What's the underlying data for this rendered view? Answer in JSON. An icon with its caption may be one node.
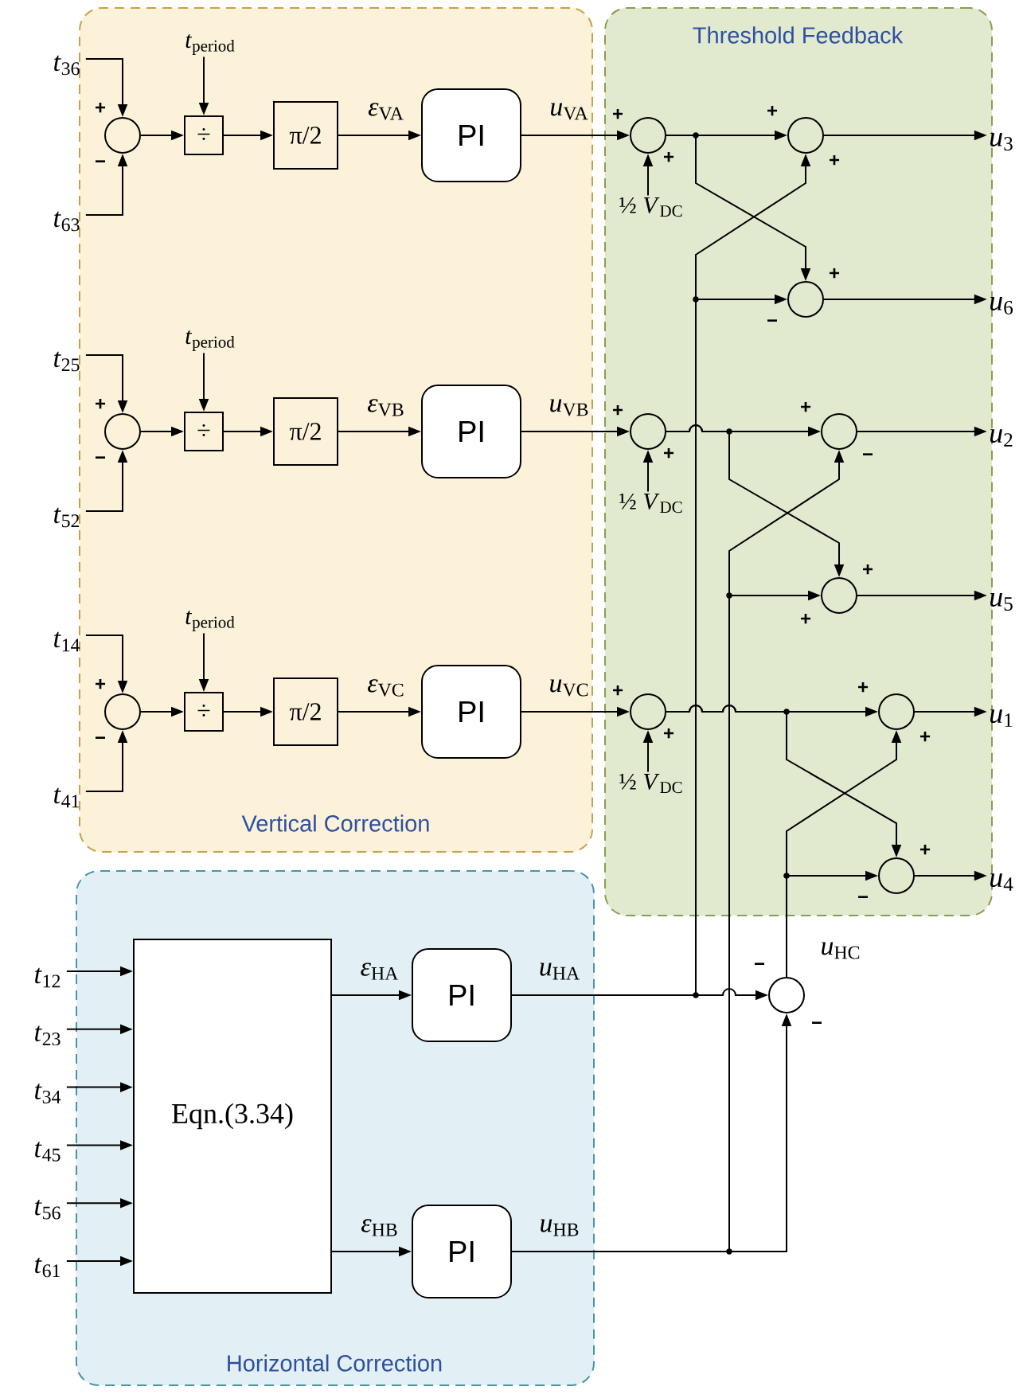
{
  "diagram": {
    "nodes": [
      {
        "text": [
          "Vertical Correction"
        ]
      },
      {
        "text": [
          "Threshold Feedback"
        ]
      },
      {
        "text": [
          "Horizontal Correction"
        ]
      },
      {
        "text": [
          "*t*$_{36}$"
        ]
      },
      {
        "text": [
          "*t*$_{63}$"
        ]
      },
      {
        "text": [],
        "shape": "circle",
        "in": 0,
        "beside": [
          "+",
          "−"
        ]
      },
      {
        "text": [
          "*t*$_{period}$"
        ],
        "in": 0
      },
      {
        "text": [
          "÷"
        ],
        "in": 0
      },
      {
        "text": [
          "π/2"
        ],
        "in": 0
      },
      {
        "text": [
          "PI"
        ],
        "in": 0
      },
      {
        "text": [
          "½ *V*$_{DC}$"
        ],
        "in": 1
      },
      {
        "text": [],
        "shape": "circle",
        "in": 1,
        "beside": [
          "+",
          "+"
        ]
      },
      {
        "text": [],
        "shape": "circle",
        "in": 1,
        "beside": [
          "+",
          "+"
        ]
      },
      {
        "text": [],
        "shape": "circle",
        "in": 1,
        "beside": [
          "+",
          "−"
        ]
      },
      {
        "text": [
          "*u*$_{3}$"
        ]
      },
      {
        "text": [
          "*u*$_{6}$"
        ]
      },
      {
        "text": [
          "*t*$_{25}$"
        ]
      },
      {
        "text": [
          "*t*$_{52}$"
        ]
      },
      {
        "text": [],
        "shape": "circle",
        "in": 0,
        "beside": [
          "+",
          "−"
        ]
      },
      {
        "text": [
          "*t*$_{period}$"
        ],
        "in": 0
      },
      {
        "text": [
          "÷"
        ],
        "in": 0
      },
      {
        "text": [
          "π/2"
        ],
        "in": 0
      },
      {
        "text": [
          "PI"
        ],
        "in": 0
      },
      {
        "text": [
          "½ *V*$_{DC}$"
        ],
        "in": 1
      },
      {
        "text": [],
        "shape": "circle",
        "in": 1,
        "beside": [
          "+",
          "+"
        ]
      },
      {
        "text": [],
        "shape": "circle",
        "in": 1,
        "beside": [
          "+",
          "−"
        ]
      },
      {
        "text": [],
        "shape": "circle",
        "in": 1,
        "beside": [
          "+",
          "+"
        ]
      },
      {
        "text": [
          "*u*$_{2}$"
        ]
      },
      {
        "text": [
          "*u*$_{5}$"
        ]
      },
      {
        "text": [
          "*t*$_{14}$"
        ]
      },
      {
        "text": [
          "*t*$_{41}$"
        ]
      },
      {
        "text": [],
        "shape": "circle",
        "in": 0,
        "beside": [
          "+",
          "−"
        ]
      },
      {
        "text": [
          "*t*$_{period}$"
        ],
        "in": 0
      },
      {
        "text": [
          "÷"
        ],
        "in": 0
      },
      {
        "text": [
          "π/2"
        ],
        "in": 0
      },
      {
        "text": [
          "PI"
        ],
        "in": 0
      },
      {
        "text": [
          "½ *V*$_{DC}$"
        ],
        "in": 1
      },
      {
        "text": [],
        "shape": "circle",
        "in": 1,
        "beside": [
          "+",
          "+"
        ]
      },
      {
        "text": [],
        "shape": "circle",
        "in": 1,
        "beside": [
          "+",
          "+"
        ]
      },
      {
        "text": [],
        "shape": "circle",
        "in": 1,
        "beside": [
          "+",
          "−"
        ]
      },
      {
        "text": [
          "*u*$_{1}$"
        ]
      },
      {
        "text": [
          "*u*$_{4}$"
        ]
      },
      {
        "text": [
          "Eqn.(3.34)"
        ],
        "in": 2
      },
      {
        "text": [
          "*t*$_{12}$"
        ]
      },
      {
        "text": [
          "*t*$_{23}$"
        ]
      },
      {
        "text": [
          "*t*$_{34}$"
        ]
      },
      {
        "text": [
          "*t*$_{45}$"
        ]
      },
      {
        "text": [
          "*t*$_{56}$"
        ]
      },
      {
        "text": [
          "*t*$_{61}$"
        ]
      },
      {
        "text": [
          "PI"
        ],
        "in": 2
      },
      {
        "text": [
          "PI"
        ],
        "in": 2
      },
      {
        "text": [],
        "shape": "circle",
        "beside": [
          "*u*$_{HC}$",
          "−",
          "−"
        ]
      }
    ],
    "edges": [
      {
        "from": 3,
        "to": 5,
        "arrow": "to"
      },
      {
        "from": 4,
        "to": 5,
        "arrow": "to"
      },
      {
        "from": 5,
        "to": 7,
        "arrow": "to"
      },
      {
        "from": 6,
        "to": 7,
        "arrow": "to"
      },
      {
        "from": 7,
        "to": 8,
        "arrow": "to"
      },
      {
        "from": 8,
        "to": 9,
        "arrow": "to",
        "label": "*ε*$_{VA}$"
      },
      {
        "from": 9,
        "to": 11,
        "arrow": "to",
        "label": "*u*$_{VA}$"
      },
      {
        "from": 10,
        "to": 11,
        "arrow": "to"
      },
      {
        "from": 11,
        "to": 12,
        "arrow": "to"
      },
      {
        "from": 11,
        "to": 13,
        "arrow": "to"
      },
      {
        "from": 12,
        "to": 14,
        "arrow": "to"
      },
      {
        "from": 13,
        "to": 15,
        "arrow": "to"
      },
      {
        "from": 16,
        "to": 18,
        "arrow": "to"
      },
      {
        "from": 17,
        "to": 18,
        "arrow": "to"
      },
      {
        "from": 18,
        "to": 20,
        "arrow": "to"
      },
      {
        "from": 19,
        "to": 20,
        "arrow": "to"
      },
      {
        "from": 20,
        "to": 21,
        "arrow": "to"
      },
      {
        "from": 21,
        "to": 22,
        "arrow": "to",
        "label": "*ε*$_{VB}$"
      },
      {
        "from": 22,
        "to": 24,
        "arrow": "to",
        "label": "*u*$_{VB}$"
      },
      {
        "from": 23,
        "to": 24,
        "arrow": "to"
      },
      {
        "from": 24,
        "to": 25,
        "arrow": "to"
      },
      {
        "from": 24,
        "to": 26,
        "arrow": "to"
      },
      {
        "from": 25,
        "to": 27,
        "arrow": "to"
      },
      {
        "from": 26,
        "to": 28,
        "arrow": "to"
      },
      {
        "from": 29,
        "to": 31,
        "arrow": "to"
      },
      {
        "from": 30,
        "to": 31,
        "arrow": "to"
      },
      {
        "from": 31,
        "to": 33,
        "arrow": "to"
      },
      {
        "from": 32,
        "to": 33,
        "arrow": "to"
      },
      {
        "from": 33,
        "to": 34,
        "arrow": "to"
      },
      {
        "from": 34,
        "to": 35,
        "arrow": "to",
        "label": "*ε*$_{VC}$"
      },
      {
        "from": 35,
        "to": 37,
        "arrow": "to",
        "label": "*u*$_{VC}$"
      },
      {
        "from": 36,
        "to": 37,
        "arrow": "to"
      },
      {
        "from": 37,
        "to": 38,
        "arrow": "to"
      },
      {
        "from": 37,
        "to": 39,
        "arrow": "to"
      },
      {
        "from": 38,
        "to": 40,
        "arrow": "to"
      },
      {
        "from": 39,
        "to": 41,
        "arrow": "to"
      },
      {
        "from": 49,
        "to": 12,
        "arrow": "to"
      },
      {
        "from": 49,
        "to": 13,
        "arrow": "to"
      },
      {
        "from": 50,
        "to": 25,
        "arrow": "to"
      },
      {
        "from": 50,
        "to": 26,
        "arrow": "to"
      },
      {
        "from": 51,
        "to": 38,
        "arrow": "to"
      },
      {
        "from": 51,
        "to": 39,
        "arrow": "to"
      },
      {
        "from": 43,
        "to": 42,
        "arrow": "to"
      },
      {
        "from": 44,
        "to": 42,
        "arrow": "to"
      },
      {
        "from": 45,
        "to": 42,
        "arrow": "to"
      },
      {
        "from": 46,
        "to": 42,
        "arrow": "to"
      },
      {
        "from": 47,
        "to": 42,
        "arrow": "to"
      },
      {
        "from": 48,
        "to": 42,
        "arrow": "to"
      },
      {
        "from": 42,
        "to": 49,
        "arrow": "to",
        "label": "*ε*$_{HA}$"
      },
      {
        "from": 42,
        "to": 50,
        "arrow": "to",
        "label": "*ε*$_{HB}$"
      },
      {
        "from": 49,
        "to": 51,
        "arrow": "to",
        "label": "*u*$_{HA}$"
      },
      {
        "from": 50,
        "to": 51,
        "arrow": "to",
        "label": "*u*$_{HB}$"
      }
    ]
  }
}
